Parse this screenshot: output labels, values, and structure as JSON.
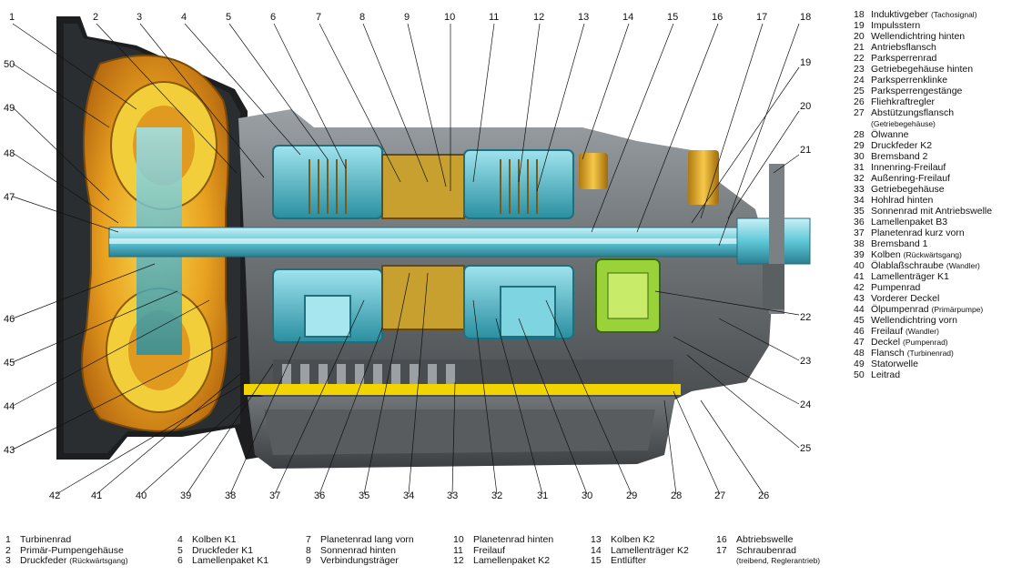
{
  "callouts_top": [
    "1",
    "2",
    "3",
    "4",
    "5",
    "6",
    "7",
    "8",
    "9",
    "10",
    "11",
    "12",
    "13",
    "14",
    "15",
    "16",
    "17",
    "18"
  ],
  "callouts_right": [
    "19",
    "20",
    "21",
    "22",
    "23",
    "24",
    "25"
  ],
  "callouts_bottom": [
    "42",
    "41",
    "40",
    "39",
    "38",
    "37",
    "36",
    "35",
    "34",
    "33",
    "32",
    "31",
    "30",
    "29",
    "28",
    "27",
    "26"
  ],
  "callouts_left": [
    "50",
    "49",
    "48",
    "47",
    "46",
    "45",
    "44",
    "43"
  ],
  "legend_right": [
    {
      "n": "18",
      "label": "Induktivgeber",
      "note": "(Tachosignal)"
    },
    {
      "n": "19",
      "label": "Impulsstern",
      "note": ""
    },
    {
      "n": "20",
      "label": "Wellendichtring hinten",
      "note": ""
    },
    {
      "n": "21",
      "label": "Antriebsflansch",
      "note": ""
    },
    {
      "n": "22",
      "label": "Parksperrenrad",
      "note": ""
    },
    {
      "n": "23",
      "label": "Getriebegehäuse hinten",
      "note": ""
    },
    {
      "n": "24",
      "label": "Parksperrenklinke",
      "note": ""
    },
    {
      "n": "25",
      "label": "Parksperrengestänge",
      "note": ""
    },
    {
      "n": "26",
      "label": "Fliehkraftregler",
      "note": ""
    },
    {
      "n": "27",
      "label": "Abstützungsflansch",
      "note": "",
      "sub": "(Getriebegehäuse)"
    },
    {
      "n": "28",
      "label": "Ölwanne",
      "note": ""
    },
    {
      "n": "29",
      "label": "Druckfeder K2",
      "note": ""
    },
    {
      "n": "30",
      "label": "Bremsband 2",
      "note": ""
    },
    {
      "n": "31",
      "label": "Innenring-Freilauf",
      "note": ""
    },
    {
      "n": "32",
      "label": "Außenring-Freilauf",
      "note": ""
    },
    {
      "n": "33",
      "label": "Getriebegehäuse",
      "note": ""
    },
    {
      "n": "34",
      "label": "Hohlrad hinten",
      "note": ""
    },
    {
      "n": "35",
      "label": "Sonnenrad mit Antriebswelle",
      "note": ""
    },
    {
      "n": "36",
      "label": "Lamellenpaket B3",
      "note": ""
    },
    {
      "n": "37",
      "label": "Planetenrad kurz vorn",
      "note": ""
    },
    {
      "n": "38",
      "label": "Bremsband 1",
      "note": ""
    },
    {
      "n": "39",
      "label": "Kolben",
      "note": "(Rückwärtsgang)"
    },
    {
      "n": "40",
      "label": "Ölablaßschraube",
      "note": "(Wandler)"
    },
    {
      "n": "41",
      "label": "Lamellenträger K1",
      "note": ""
    },
    {
      "n": "42",
      "label": "Pumpenrad",
      "note": ""
    },
    {
      "n": "43",
      "label": "Vorderer Deckel",
      "note": ""
    },
    {
      "n": "44",
      "label": "Ölpumpenrad",
      "note": "(Primärpumpe)"
    },
    {
      "n": "45",
      "label": "Wellendichtring vorn",
      "note": ""
    },
    {
      "n": "46",
      "label": "Freilauf",
      "note": "(Wandler)"
    },
    {
      "n": "47",
      "label": "Deckel",
      "note": "(Pumpenrad)"
    },
    {
      "n": "48",
      "label": "Flansch",
      "note": "(Turbinenrad)"
    },
    {
      "n": "49",
      "label": "Statorwelle",
      "note": ""
    },
    {
      "n": "50",
      "label": "Leitrad",
      "note": ""
    }
  ],
  "legend_bottom": [
    [
      {
        "n": "1",
        "label": "Turbinenrad",
        "note": ""
      },
      {
        "n": "2",
        "label": "Primär-Pumpengehäuse",
        "note": ""
      },
      {
        "n": "3",
        "label": "Druckfeder",
        "note": "(Rückwärtsgang)"
      }
    ],
    [
      {
        "n": "4",
        "label": "Kolben K1",
        "note": ""
      },
      {
        "n": "5",
        "label": "Druckfeder K1",
        "note": ""
      },
      {
        "n": "6",
        "label": "Lamellenpaket K1",
        "note": ""
      }
    ],
    [
      {
        "n": "7",
        "label": "Planetenrad lang vorn",
        "note": ""
      },
      {
        "n": "8",
        "label": "Sonnenrad hinten",
        "note": ""
      },
      {
        "n": "9",
        "label": "Verbindungsträger",
        "note": ""
      }
    ],
    [
      {
        "n": "10",
        "label": "Planetenrad hinten",
        "note": ""
      },
      {
        "n": "11",
        "label": "Freilauf",
        "note": ""
      },
      {
        "n": "12",
        "label": "Lamellenpaket K2",
        "note": ""
      }
    ],
    [
      {
        "n": "13",
        "label": "Kolben K2",
        "note": ""
      },
      {
        "n": "14",
        "label": "Lamellenträger K2",
        "note": ""
      },
      {
        "n": "15",
        "label": "Entlüfter",
        "note": ""
      }
    ],
    [
      {
        "n": "16",
        "label": "Abtriebswelle",
        "note": ""
      },
      {
        "n": "17",
        "label": "Schraubenrad",
        "note": ""
      },
      {
        "n": "",
        "label": "",
        "note": "(treibend, Reglerantrieb)"
      }
    ]
  ],
  "colors": {
    "converter": "#e8a020",
    "converter_light": "#f5d040",
    "cyan": "#5fc8d8",
    "cyan_dark": "#2a8fa0",
    "housing": "#8a8f92",
    "housing_dark": "#3a3d40",
    "shadow": "#1e2022",
    "yellow": "#f2d400",
    "green": "#9ad23a"
  }
}
